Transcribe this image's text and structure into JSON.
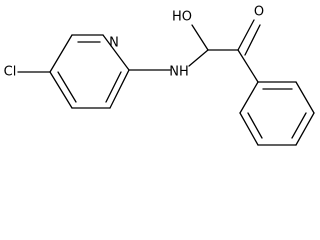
{
  "molecule": {
    "atoms": {
      "cl": "Cl",
      "n_ring": "N",
      "nh": "NH",
      "oh": "HO",
      "o_carbonyl": "O"
    }
  },
  "colors": {
    "bond": "#000000",
    "label": "#000000",
    "background": "#ffffff"
  }
}
